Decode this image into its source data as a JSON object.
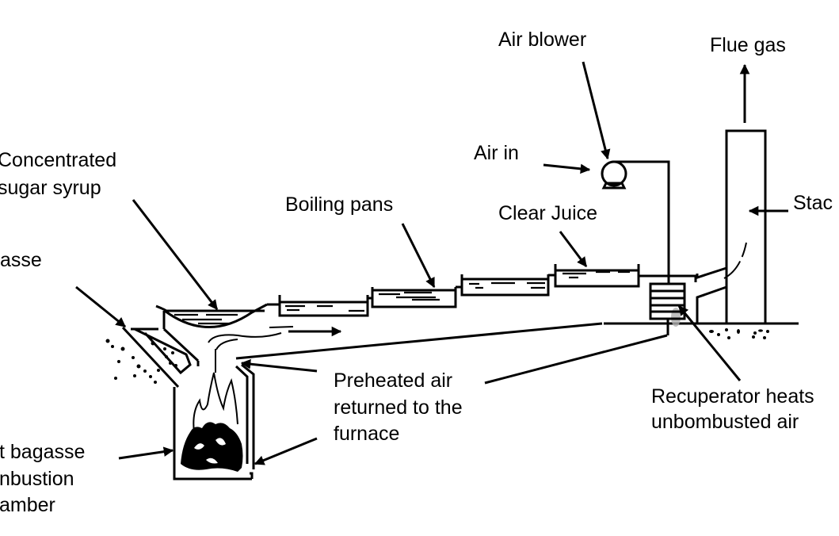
{
  "diagram": {
    "title": "Bagasse-fired sugar syrup evaporator with recuperator",
    "labels": {
      "air_blower": "Air blower",
      "flue_gas": "Flue gas",
      "concentrated_syrup_line1": "Concentrated",
      "concentrated_syrup_line2": "sugar syrup",
      "air_in": "Air in",
      "boiling_pans": "Boiling pans",
      "clear_juice": "Clear Juice",
      "stack": "Stac",
      "bagasse": "asse",
      "preheated_line1": "Preheated air",
      "preheated_line2": "returned to the",
      "preheated_line3": "furnace",
      "recuperator_line1": "Recuperator heats",
      "recuperator_line2": "unbombusted air",
      "chamber_line1": "t bagasse",
      "chamber_line2": "nbustion",
      "chamber_line3": "amber"
    },
    "components": [
      "air-blower",
      "boiling-pan-1",
      "boiling-pan-2",
      "boiling-pan-3",
      "boiling-pan-4",
      "syrup-pan",
      "bagasse-chute",
      "combustion-chamber",
      "recuperator",
      "stack",
      "preheated-air-duct"
    ],
    "colors": {
      "ink": "#000000",
      "background": "#ffffff",
      "recuperator_shadow": "#b0b0b0"
    }
  }
}
